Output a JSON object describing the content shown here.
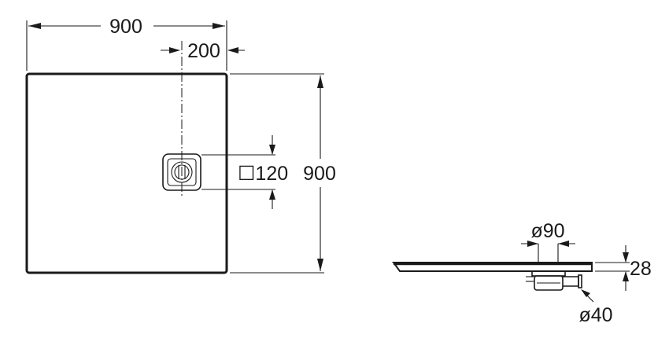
{
  "plan_view": {
    "width_label": "900",
    "drain_offset_label": "200",
    "drain_size_label": "☐120",
    "depth_label": "900"
  },
  "side_view": {
    "drain_diameter_label": "ø90",
    "thickness_label": "28",
    "outlet_diameter_label": "ø40"
  }
}
